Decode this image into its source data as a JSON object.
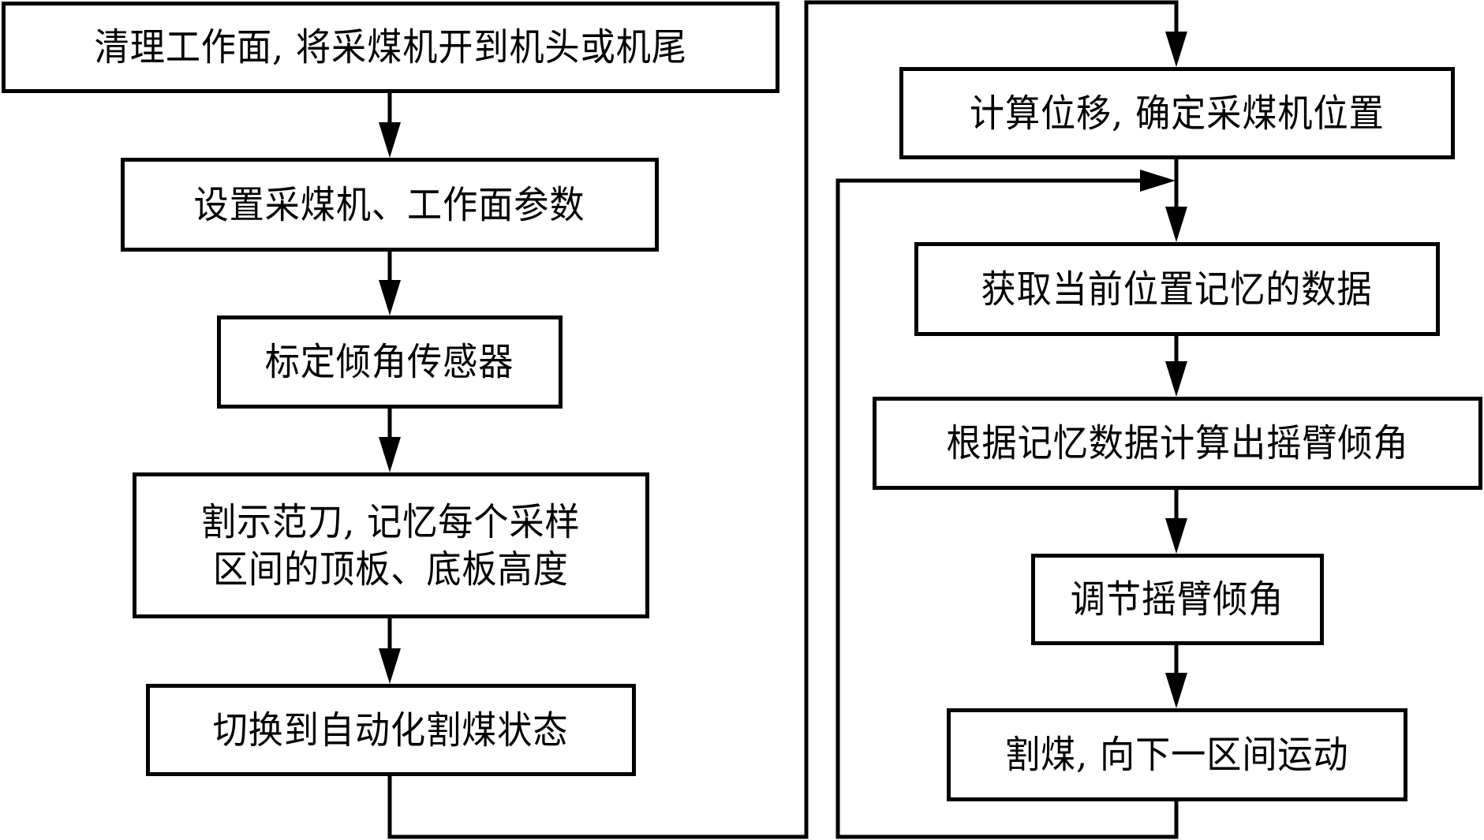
{
  "diagram": {
    "type": "flowchart",
    "colors": {
      "line": "#000000",
      "box_fill": "#ffffff",
      "text": "#000000"
    },
    "left_column": [
      {
        "id": "b1",
        "label": "清理工作面, 将采煤机开到机头或机尾"
      },
      {
        "id": "b2",
        "label": "设置采煤机、工作面参数"
      },
      {
        "id": "b3",
        "label": "标定倾角传感器"
      },
      {
        "id": "b4",
        "label": "割示范刀, 记忆每个采样\n区间的顶板、底板高度"
      },
      {
        "id": "b5",
        "label": "切换到自动化割煤状态"
      }
    ],
    "right_column": [
      {
        "id": "r1",
        "label": "计算位移, 确定采煤机位置"
      },
      {
        "id": "r2",
        "label": "获取当前位置记忆的数据"
      },
      {
        "id": "r3",
        "label": "根据记忆数据计算出摇臂倾角"
      },
      {
        "id": "r4",
        "label": "调节摇臂倾角"
      },
      {
        "id": "r5",
        "label": "割煤, 向下一区间运动"
      }
    ],
    "edges": [
      {
        "from": "b1",
        "to": "b2"
      },
      {
        "from": "b2",
        "to": "b3"
      },
      {
        "from": "b3",
        "to": "b4"
      },
      {
        "from": "b4",
        "to": "b5"
      },
      {
        "from": "b5",
        "to": "r1",
        "note": "connector across to right column"
      },
      {
        "from": "r1",
        "to": "r2"
      },
      {
        "from": "r2",
        "to": "r3"
      },
      {
        "from": "r3",
        "to": "r4"
      },
      {
        "from": "r4",
        "to": "r5"
      },
      {
        "from": "r5",
        "to": "r2",
        "note": "loop back"
      }
    ]
  }
}
